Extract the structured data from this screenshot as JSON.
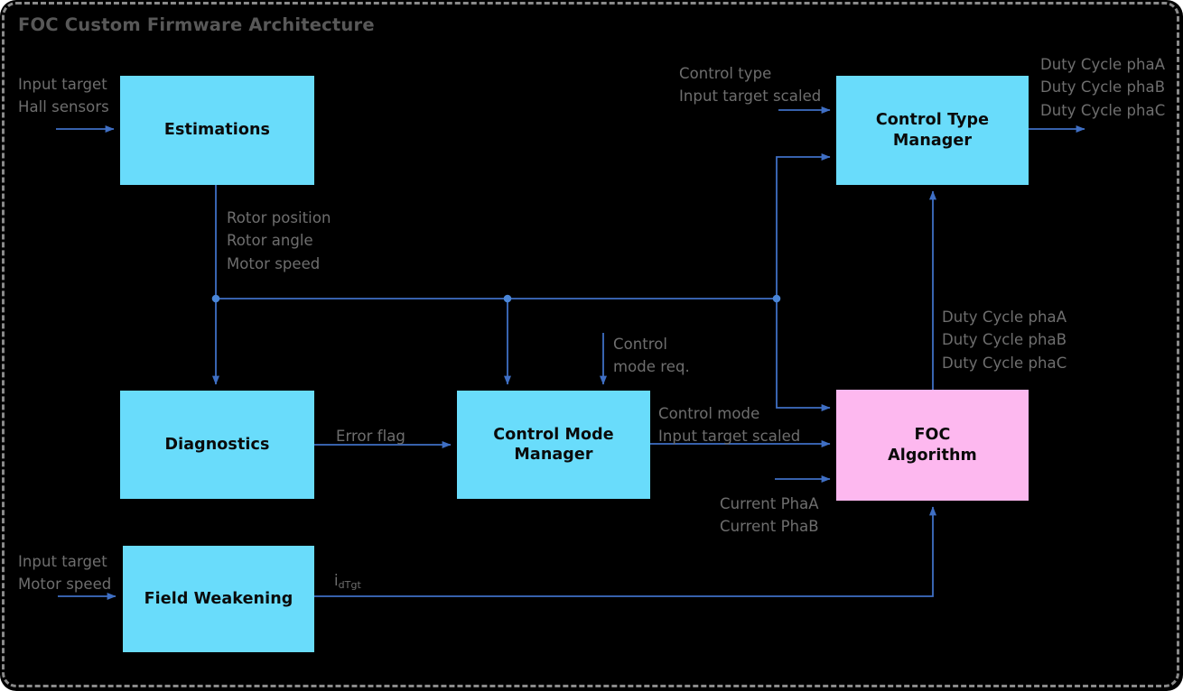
{
  "title": "FOC Custom Firmware Architecture",
  "colors": {
    "background": "#000000",
    "block_cyan": "#69dcfb",
    "block_pink": "#fdb8ef",
    "connector": "#3f6fc4",
    "label_text": "#6e6e6e",
    "title_text": "#585858",
    "frame_border": "#8a8a8a"
  },
  "blocks": [
    {
      "id": "estimations",
      "label": "Estimations",
      "fill": "cyan"
    },
    {
      "id": "control-type-manager",
      "label": "Control Type\nManager",
      "fill": "cyan"
    },
    {
      "id": "diagnostics",
      "label": "Diagnostics",
      "fill": "cyan"
    },
    {
      "id": "control-mode-manager",
      "label": "Control Mode\nManager",
      "fill": "cyan"
    },
    {
      "id": "foc-algorithm",
      "label": "FOC\nAlgorithm",
      "fill": "pink"
    },
    {
      "id": "field-weakening",
      "label": "Field Weakening",
      "fill": "cyan"
    }
  ],
  "signals": {
    "estimations_in": "Input target\nHall sensors",
    "estimations_out": "Rotor position\nRotor angle\nMotor speed",
    "control_type_in": "Control type\nInput target scaled",
    "control_type_out": "Duty Cycle phaA\nDuty Cycle phaB\nDuty Cycle phaC",
    "foc_duty_out": "Duty Cycle phaA\nDuty Cycle phaB\nDuty Cycle phaC",
    "control_mode_req": "Control\nmode req.",
    "error_flag": "Error flag",
    "control_mode_out": "Control mode\nInput target scaled",
    "current_in": "Current PhaA\nCurrent PhaB",
    "field_weakening_in": "Input target\nMotor speed",
    "field_weakening_out": "i",
    "field_weakening_out_sub": "dTgt"
  }
}
